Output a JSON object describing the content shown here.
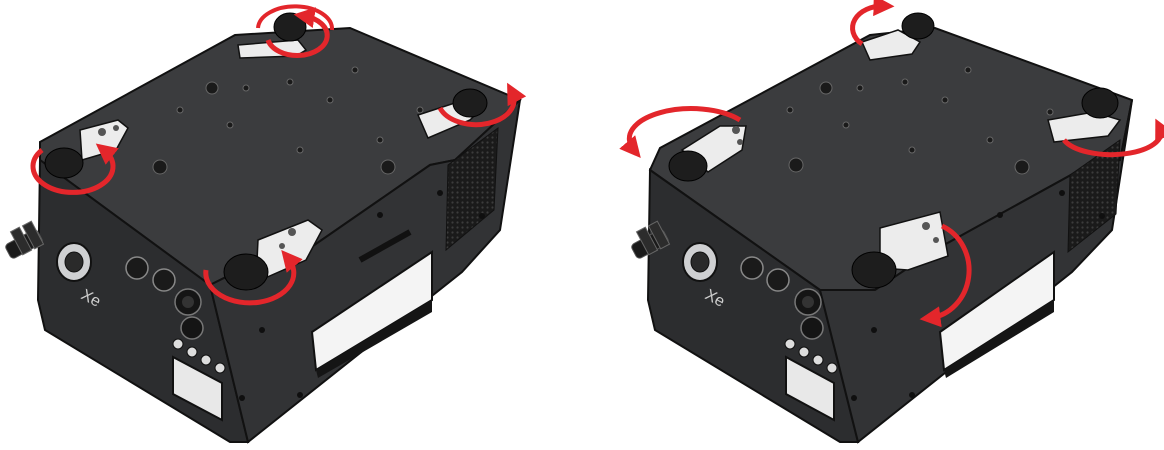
{
  "figure": {
    "panels": [
      {
        "id": "left",
        "caption": "",
        "state": "feet folded, rotate feet"
      },
      {
        "id": "right",
        "caption": "",
        "state": "feet rotated outward"
      }
    ],
    "device_logo": "Xe",
    "colors": {
      "body": "#3a3b3d",
      "body_dark": "#242526",
      "edge": "#111111",
      "bracket": "#e9e9ea",
      "foot": "#1d1d1d",
      "arrow": "#e3262b",
      "background": "#ffffff"
    },
    "icons": [
      "rotate-arrow-icon",
      "rubber-foot-icon",
      "mounting-bracket-icon",
      "xlr-connector-icon",
      "powercon-connector-icon"
    ]
  }
}
